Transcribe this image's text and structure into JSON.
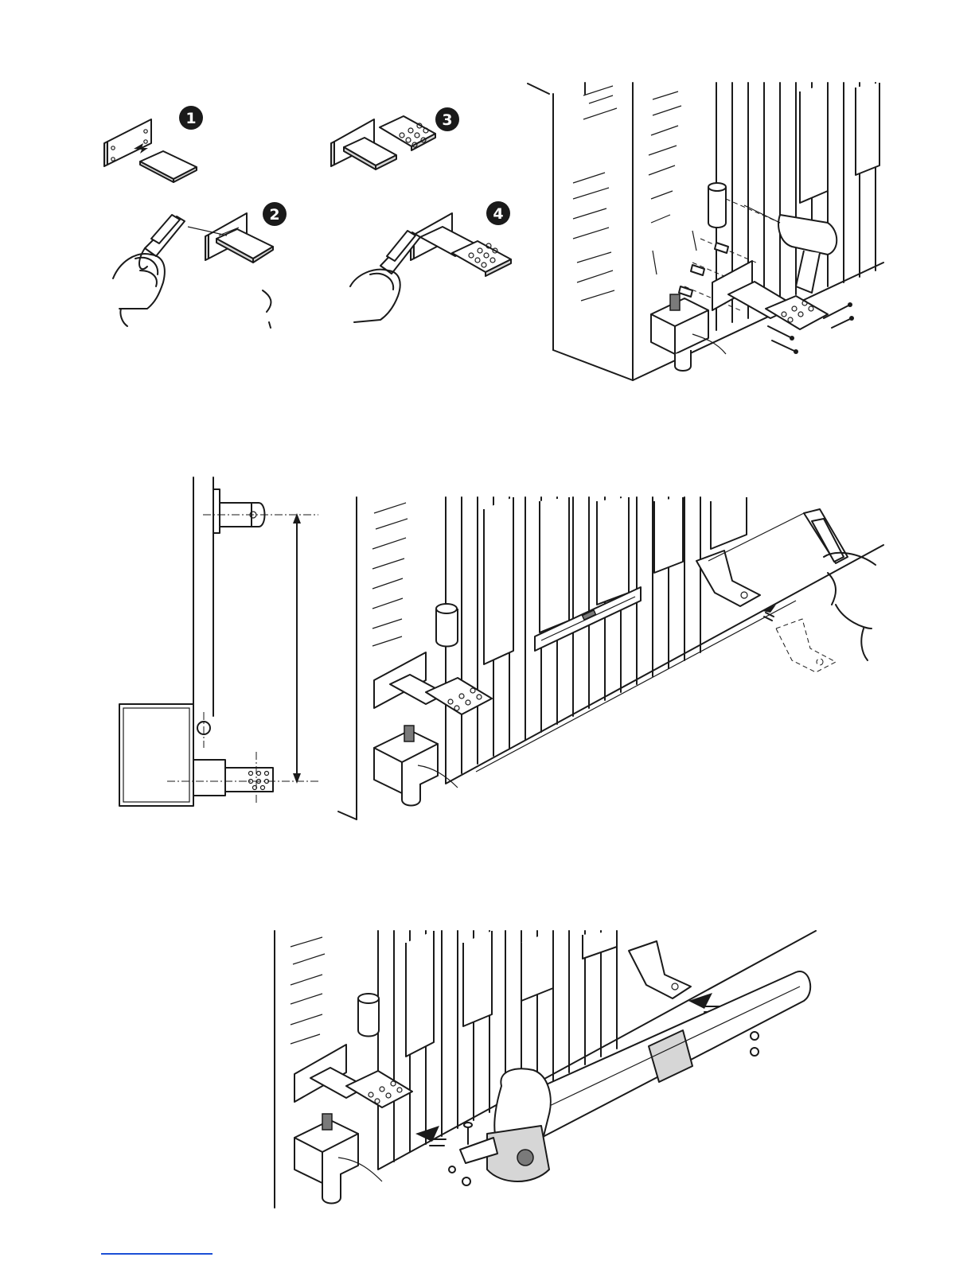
{
  "figure_1": {
    "steps": [
      {
        "label": "1"
      },
      {
        "label": "2"
      },
      {
        "label": "3"
      },
      {
        "label": "4"
      }
    ]
  },
  "colors": {
    "ink": "#1a1a1a",
    "paper": "#ffffff",
    "shade": "#d6d6d6",
    "footer_link": "#1c4fd6"
  },
  "icons": [
    "welding-clamp-icon",
    "drill-icon",
    "screw-icon",
    "motor-actuator-icon",
    "arrow-icon"
  ]
}
